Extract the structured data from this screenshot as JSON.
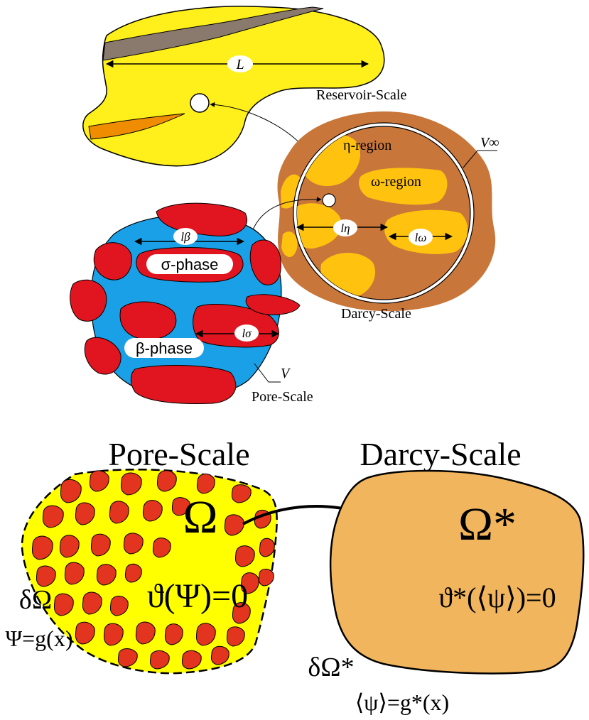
{
  "top_diagram": {
    "reservoir": {
      "length_label": "L",
      "scale_label": "Reservoir-Scale"
    },
    "darcy": {
      "eta_region_label": "η-region",
      "omega_region_label": "ω-region",
      "eta_length_label": "lη",
      "omega_length_label": "lω",
      "volume_label": "V∞",
      "scale_label": "Darcy-Scale"
    },
    "pore": {
      "beta_length_label": "lβ",
      "sigma_length_label": "lσ",
      "sigma_phase_label": "σ-phase",
      "beta_phase_label": "β-phase",
      "volume_label": "V",
      "scale_label": "Pore-Scale"
    }
  },
  "bottom_diagram": {
    "pore": {
      "title": "Pore-Scale",
      "domain_symbol": "Ω",
      "equation": "ϑ(Ψ)=0",
      "boundary_symbol": "δΩ",
      "boundary_condition": "Ψ=g(x)"
    },
    "darcy": {
      "title": "Darcy-Scale",
      "domain_symbol": "Ω*",
      "equation": "ϑ*(⟨ψ⟩)=0",
      "boundary_symbol": "δΩ*",
      "boundary_condition": "⟨ψ⟩=g*(x)"
    }
  },
  "colors": {
    "reservoir_fill": "#ffef1a",
    "reservoir_band": "#8a7a6e",
    "reservoir_orange": "#f08c00",
    "darcy_outer": "#c8763a",
    "darcy_eta": "#c8763a",
    "darcy_omega": "#ffc20e",
    "pore_beta": "#1aa0e6",
    "pore_sigma": "#e0151f",
    "bottom_pore_fill": "#ffff00",
    "bottom_grain": "#e3341f",
    "bottom_darcy_fill": "#f1b55d"
  }
}
